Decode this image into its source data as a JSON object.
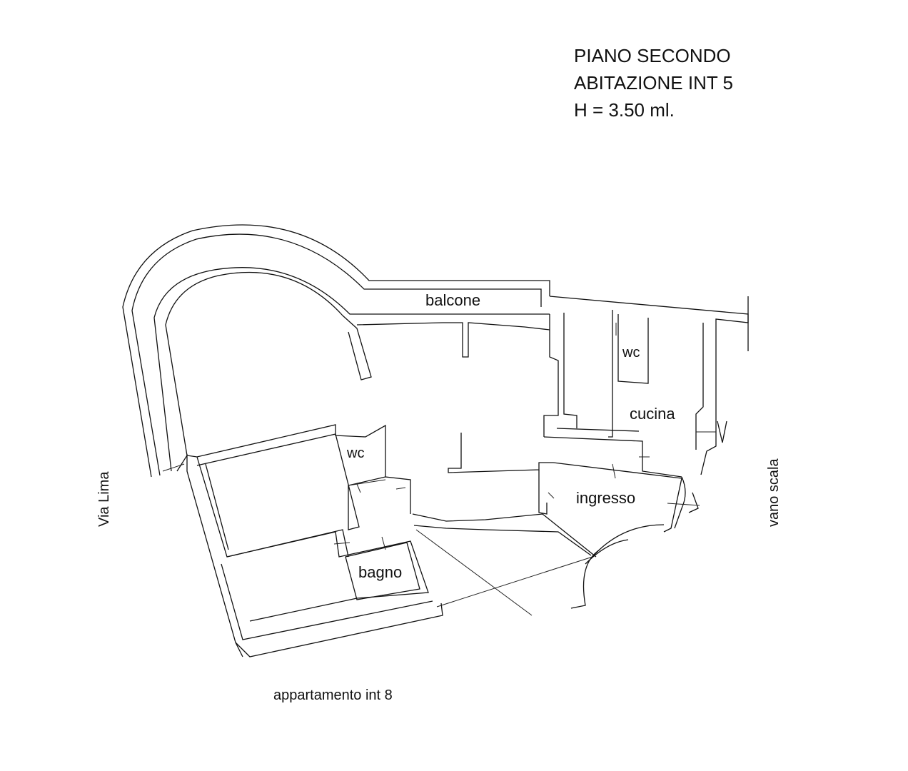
{
  "header": {
    "line1": "PIANO SECONDO",
    "line2": "ABITAZIONE INT 5",
    "line3": "H = 3.50 ml."
  },
  "rooms": {
    "balcone": "balcone",
    "wc_top": "wc",
    "cucina": "cucina",
    "wc_left": "wc",
    "ingresso": "ingresso",
    "bagno": "bagno"
  },
  "surroundings": {
    "street_left": "Via Lima",
    "stair_right": "vano scala",
    "bottom_neighbor": "appartamento int 8"
  }
}
